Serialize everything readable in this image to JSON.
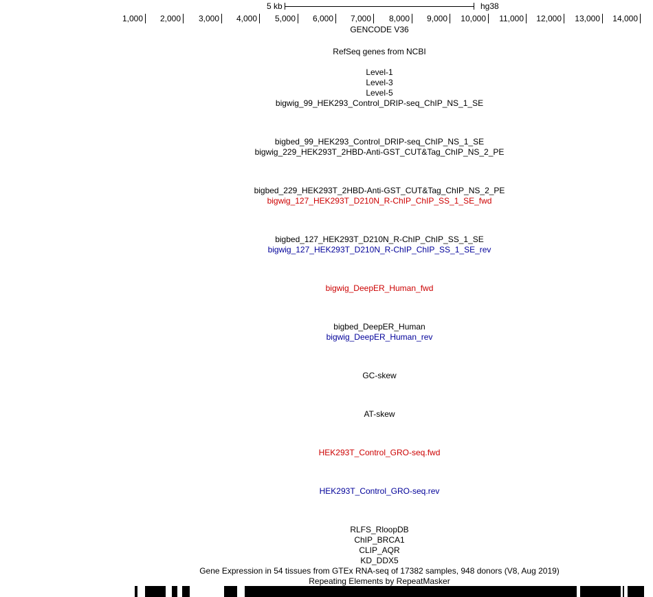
{
  "scale": {
    "label": "5 kb",
    "assembly": "hg38"
  },
  "ruler": {
    "ticks": [
      {
        "label": "1,000",
        "pos": 211
      },
      {
        "label": "2,000",
        "pos": 266
      },
      {
        "label": "3,000",
        "pos": 322
      },
      {
        "label": "4,000",
        "pos": 377
      },
      {
        "label": "5,000",
        "pos": 433
      },
      {
        "label": "6,000",
        "pos": 488
      },
      {
        "label": "7,000",
        "pos": 543
      },
      {
        "label": "8,000",
        "pos": 599
      },
      {
        "label": "9,000",
        "pos": 654
      },
      {
        "label": "10,000",
        "pos": 710
      },
      {
        "label": "11,000",
        "pos": 765
      },
      {
        "label": "12,000",
        "pos": 820
      },
      {
        "label": "13,000",
        "pos": 876
      },
      {
        "label": "14,000",
        "pos": 931
      }
    ]
  },
  "tracks": [
    {
      "label": "GENCODE V36",
      "color": "#000000"
    },
    {
      "label": "RefSeq genes from NCBI",
      "color": "#000000"
    },
    {
      "label": "Level-1",
      "color": "#000000"
    },
    {
      "label": "Level-3",
      "color": "#000000"
    },
    {
      "label": "Level-5",
      "color": "#000000"
    },
    {
      "label": "bigwig_99_HEK293_Control_DRIP-seq_ChIP_NS_1_SE",
      "color": "#000000"
    },
    {
      "label": "bigbed_99_HEK293_Control_DRIP-seq_ChIP_NS_1_SE",
      "color": "#000000"
    },
    {
      "label": "bigwig_229_HEK293T_2HBD-Anti-GST_CUT&Tag_ChIP_NS_2_PE",
      "color": "#000000"
    },
    {
      "label": "bigbed_229_HEK293T_2HBD-Anti-GST_CUT&Tag_ChIP_NS_2_PE",
      "color": "#000000"
    },
    {
      "label": "bigwig_127_HEK293T_D210N_R-ChIP_ChIP_SS_1_SE_fwd",
      "color": "#cc0000"
    },
    {
      "label": "bigbed_127_HEK293T_D210N_R-ChIP_ChIP_SS_1_SE",
      "color": "#000000"
    },
    {
      "label": "bigwig_127_HEK293T_D210N_R-ChIP_ChIP_SS_1_SE_rev",
      "color": "#000099"
    },
    {
      "label": "bigwig_DeepER_Human_fwd",
      "color": "#cc0000"
    },
    {
      "label": "bigbed_DeepER_Human",
      "color": "#000000"
    },
    {
      "label": "bigwig_DeepER_Human_rev",
      "color": "#000099"
    },
    {
      "label": "GC-skew",
      "color": "#000000"
    },
    {
      "label": "AT-skew",
      "color": "#000000"
    },
    {
      "label": "HEK293T_Control_GRO-seq.fwd",
      "color": "#cc0000"
    },
    {
      "label": "HEK293T_Control_GRO-seq.rev",
      "color": "#000099"
    },
    {
      "label": "RLFS_RloopDB",
      "color": "#000000"
    },
    {
      "label": "ChIP_BRCA1",
      "color": "#000000"
    },
    {
      "label": "CLIP_AQR",
      "color": "#000000"
    },
    {
      "label": "KD_DDX5",
      "color": "#000000"
    },
    {
      "label": "Gene Expression in 54 tissues from GTEx RNA-seq of 17382 samples, 948 donors (V8, Aug 2019)",
      "color": "#000000"
    },
    {
      "label": "Repeating Elements by RepeatMasker",
      "color": "#000000"
    }
  ]
}
